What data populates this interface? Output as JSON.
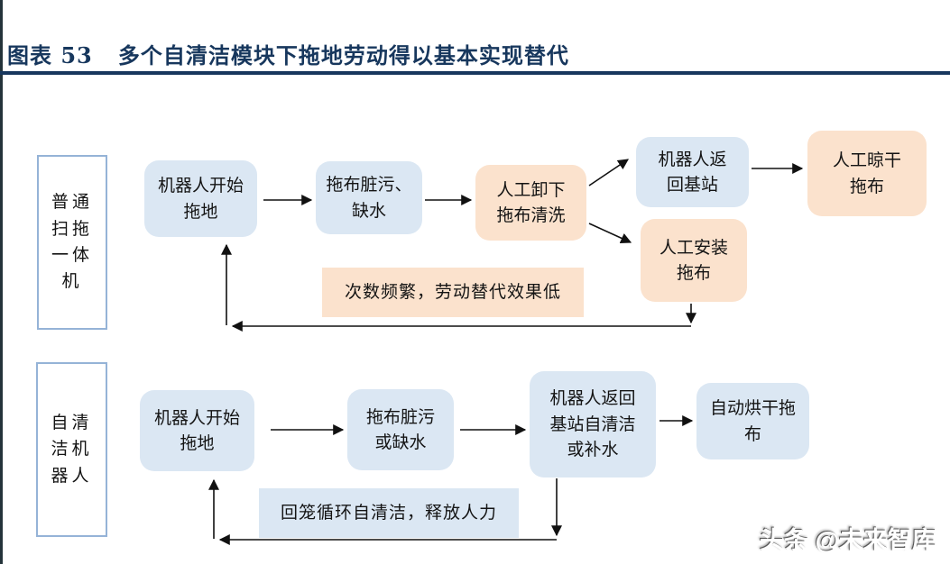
{
  "page": {
    "title": "图表 53   多个自清洁模块下拖地劳动得以基本实现替代",
    "watermark": "头条 @未来智库"
  },
  "colors": {
    "title_navy": "#17375d",
    "rule_navy": "#17375d",
    "box_light_blue": "#dbe7f3",
    "box_peach": "#fbe2cd",
    "label_border_blue": "#95b3d7",
    "arrow_black": "#111111"
  },
  "flow1": {
    "label": "普通\n扫拖\n一体\n机",
    "b1": "机器人开始\n拖地",
    "b2": "拖布脏污、\n缺水",
    "b3": "人工卸下\n拖布清洗",
    "b4": "机器人返\n回基站",
    "b5": "人工安装\n拖布",
    "b6": "人工晾干\n拖布",
    "note": "次数频繁，劳动替代效果低"
  },
  "flow2": {
    "label": "自清\n洁机\n器人",
    "b1": "机器人开始\n拖地",
    "b2": "拖布脏污\n或缺水",
    "b3": "机器人返回\n基站自清洁\n或补水",
    "b4": "自动烘干拖\n布",
    "note": "回笼循环自清洁，释放人力"
  }
}
